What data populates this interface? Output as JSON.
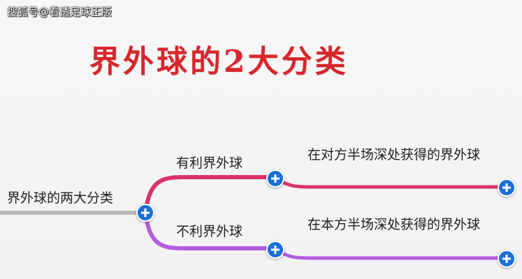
{
  "watermark": "搜狐号@看透足球正版",
  "title": "界外球的2大分类",
  "mindmap": {
    "root": "界外球的两大分类",
    "branches": [
      {
        "label": "有利界外球",
        "color": "#d8336a",
        "leaf": "在对方半场深处获得的界外球"
      },
      {
        "label": "不利界外球",
        "color": "#b35ee0",
        "leaf": "在本方半场深处获得的界外球"
      }
    ]
  },
  "colors": {
    "title": "#d7262c",
    "root_line": "#b8b8b8",
    "button": "#1b6fd6"
  },
  "icons": [
    "plus-icon"
  ]
}
